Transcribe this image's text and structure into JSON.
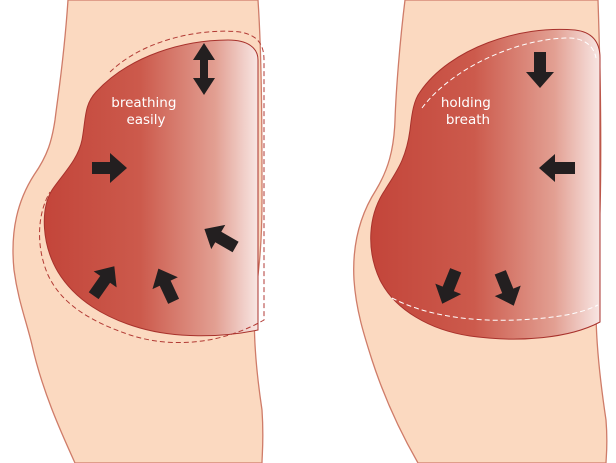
{
  "panels": [
    {
      "id": "left",
      "label_lines": [
        "breathing",
        "easily"
      ],
      "arrows": [
        {
          "name": "arrow-up-down-icon"
        },
        {
          "name": "arrow-right-icon"
        },
        {
          "name": "arrow-up-left-icon"
        },
        {
          "name": "arrow-up-right-icon"
        },
        {
          "name": "arrow-up-left-icon"
        }
      ]
    },
    {
      "id": "right",
      "label_lines": [
        "holding",
        "breath"
      ],
      "arrows": [
        {
          "name": "arrow-down-icon"
        },
        {
          "name": "arrow-left-icon"
        },
        {
          "name": "arrow-down-left-icon"
        },
        {
          "name": "arrow-down-right-icon"
        }
      ]
    }
  ],
  "colors": {
    "background": "#ffffff",
    "skin": "#fbd9c0",
    "skin_outline": "#cf7c69",
    "organ_dark": "#c3453a",
    "organ_mid": "#cc5a4c",
    "organ_light": "#f8e6e3",
    "organ_outline": "#a8322c",
    "arrow": "#231f20",
    "dashed_left": "#b23a34",
    "dashed_right": "#ffffff"
  }
}
